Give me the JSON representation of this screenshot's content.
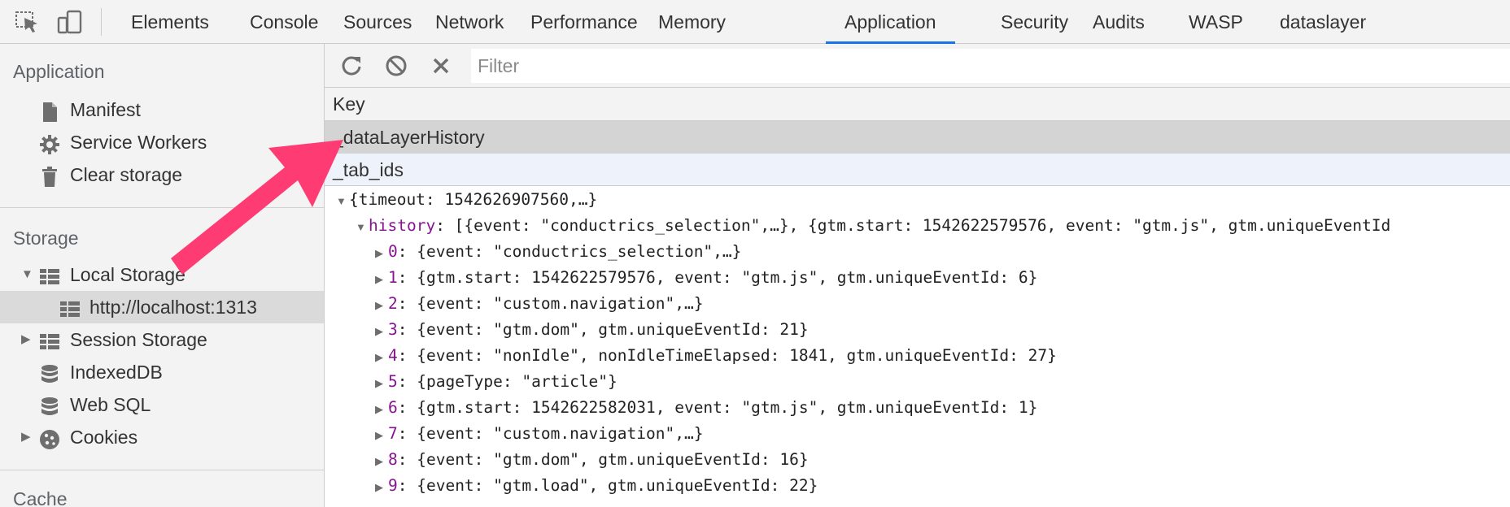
{
  "toolbar": {
    "tabs": [
      "Elements",
      "Console",
      "Sources",
      "Network",
      "Performance",
      "Memory",
      "Application",
      "Security",
      "Audits",
      "WASP",
      "dataslayer"
    ],
    "active_tab": "Application"
  },
  "sidebar": {
    "application_title": "Application",
    "application_items": [
      "Manifest",
      "Service Workers",
      "Clear storage"
    ],
    "storage_title": "Storage",
    "storage_items": {
      "local_storage": "Local Storage",
      "localhost": "http://localhost:1313",
      "session_storage": "Session Storage",
      "indexeddb": "IndexedDB",
      "websql": "Web SQL",
      "cookies": "Cookies"
    },
    "cache_title": "Cache"
  },
  "main": {
    "filter_placeholder": "Filter",
    "key_header": "Key",
    "keys": [
      "_dataLayerHistory",
      "_tab_ids"
    ],
    "preview": {
      "root": "{timeout: 1542626907560,…}",
      "history_label": "history",
      "history_summary": "[{event: \"conductrics_selection\",…}, {gtm.start: 1542622579576, event: \"gtm.js\", gtm.uniqueEventId",
      "entries": [
        {
          "index": "0",
          "value": "{event: \"conductrics_selection\",…}"
        },
        {
          "index": "1",
          "value": "{gtm.start: 1542622579576, event: \"gtm.js\", gtm.uniqueEventId: 6}"
        },
        {
          "index": "2",
          "value": "{event: \"custom.navigation\",…}"
        },
        {
          "index": "3",
          "value": "{event: \"gtm.dom\", gtm.uniqueEventId: 21}"
        },
        {
          "index": "4",
          "value": "{event: \"nonIdle\", nonIdleTimeElapsed: 1841, gtm.uniqueEventId: 27}"
        },
        {
          "index": "5",
          "value": "{pageType: \"article\"}"
        },
        {
          "index": "6",
          "value": "{gtm.start: 1542622582031, event: \"gtm.js\", gtm.uniqueEventId: 1}"
        },
        {
          "index": "7",
          "value": "{event: \"custom.navigation\",…}"
        },
        {
          "index": "8",
          "value": "{event: \"gtm.dom\", gtm.uniqueEventId: 16}"
        },
        {
          "index": "9",
          "value": "{event: \"gtm.load\", gtm.uniqueEventId: 22}"
        }
      ]
    }
  },
  "colors": {
    "accent": "#1a73e8",
    "property": "#881391",
    "annotation_arrow": "#ff3b73"
  },
  "icons": {
    "inspect": "cursor-select-icon",
    "device": "device-toggle-icon",
    "refresh": "refresh-icon",
    "clear": "block-icon",
    "delete": "close-icon"
  }
}
